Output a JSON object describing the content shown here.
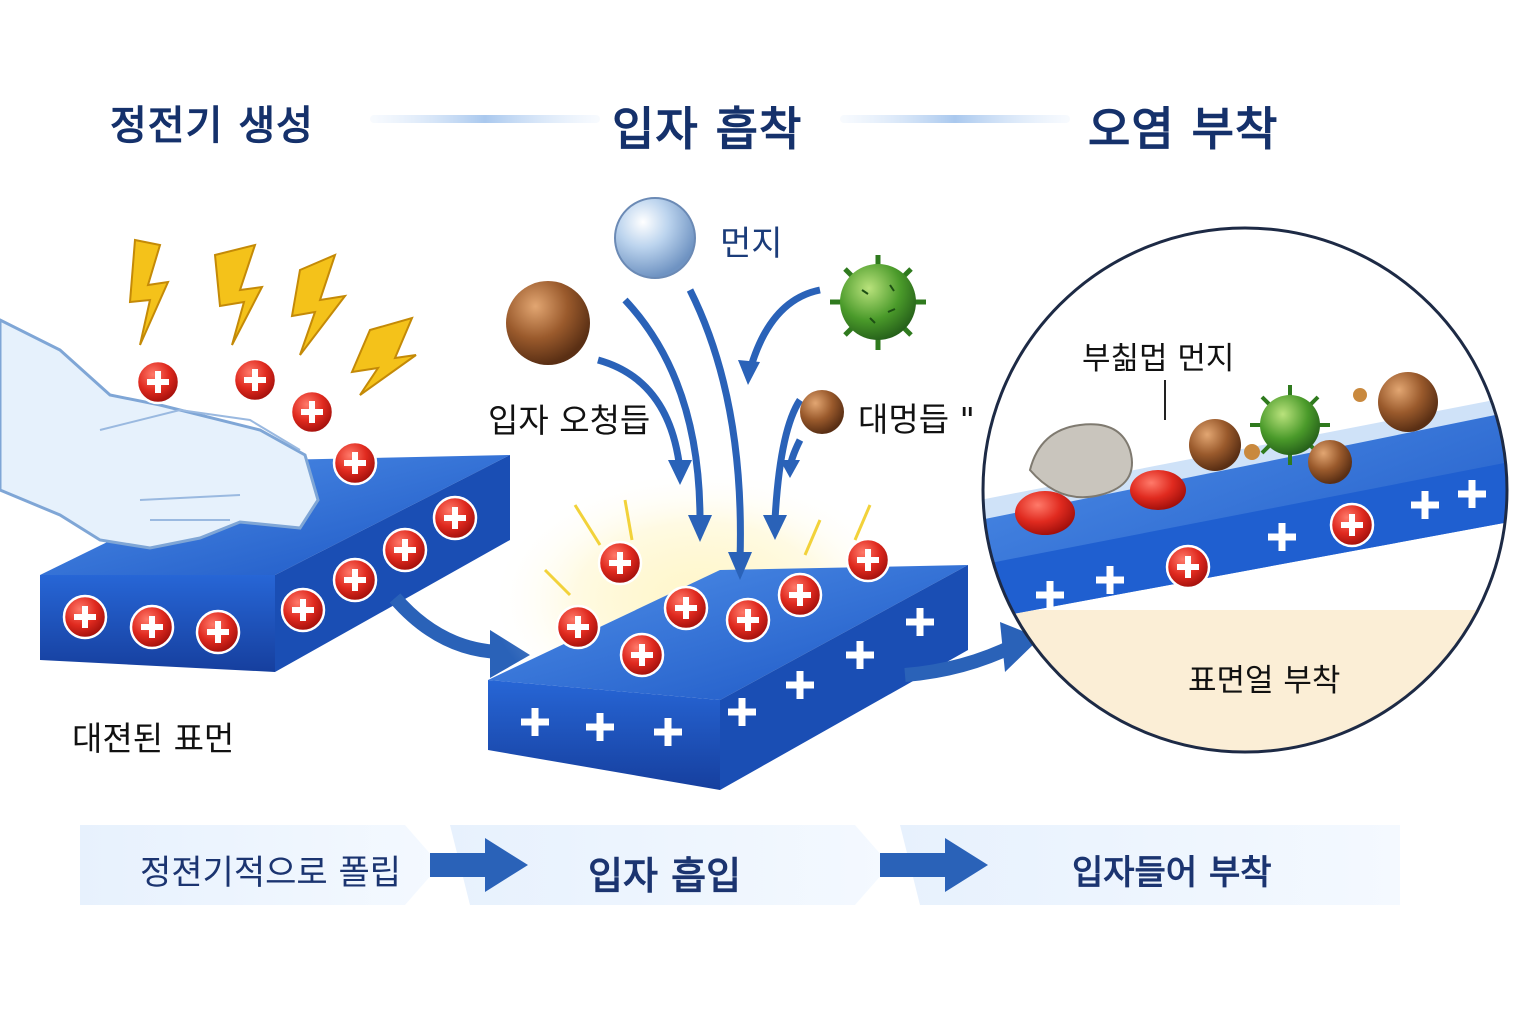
{
  "stages": {
    "stage1_title": "정전기 생성",
    "stage2_title": "입자 흡착",
    "stage3_title": "오염 부착"
  },
  "labels": {
    "dust": "먼지",
    "particle_contaminants": "입자 오청듭",
    "large_particles": "대멍듭 \"",
    "charged_surface": "대젼된 표먼",
    "adhered_dust": "부칢멉 먼지",
    "surface_adhesion": "표면얼 부착"
  },
  "bottom_band": {
    "step1": "정젼기적으로 폴립",
    "step2": "입자 흡입",
    "step3": "입자들어 부착"
  },
  "colors": {
    "title_navy": "#15316b",
    "surface_blue": "#1f5fd0",
    "positive_charge_red": "#d8231e",
    "lightning_yellow": "#f4c21a",
    "arrow_blue": "#2a62b8"
  },
  "icons": {
    "charge": "plus-in-red-circle",
    "spark": "lightning-bolt",
    "hand": "gloved-hand",
    "zoom": "magnifier-circle"
  }
}
